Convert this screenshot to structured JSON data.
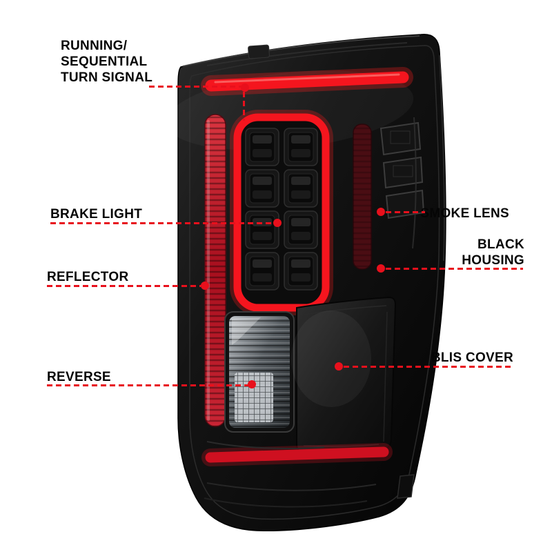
{
  "palette": {
    "callout_red": "#e8101c",
    "housing_black": "#0a0a0a",
    "light_bar_red": "#f5151e",
    "reflector_red": "#b01020"
  },
  "callouts": {
    "running": {
      "lines": [
        "RUNNING/",
        "SEQUENTIAL",
        "TURN SIGNAL"
      ]
    },
    "brake": {
      "label": "BRAKE LIGHT"
    },
    "reflector": {
      "label": "REFLECTOR"
    },
    "reverse": {
      "label": "REVERSE"
    },
    "smoke_lens": {
      "label": "SMOKE LENS"
    },
    "black_housing": {
      "lines": [
        "BLACK",
        "HOUSING"
      ]
    },
    "blis_cover": {
      "label": "BLIS COVER"
    }
  }
}
